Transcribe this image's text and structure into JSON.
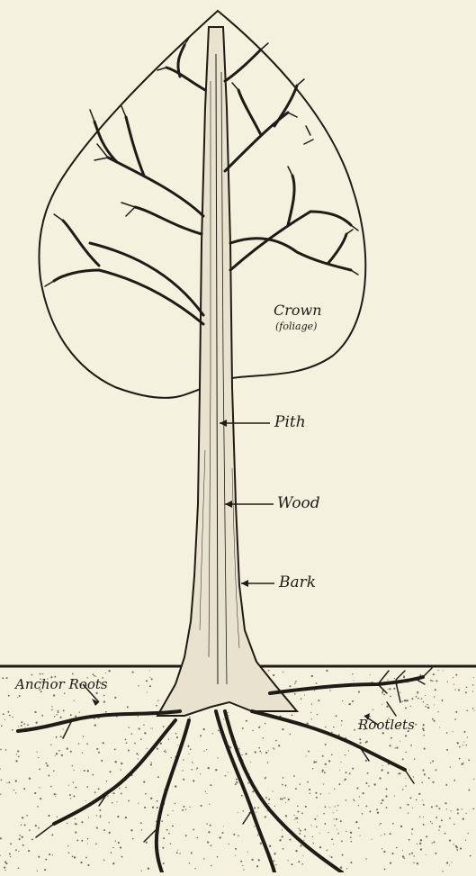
{
  "labels": {
    "crown": "Crown",
    "foliage": "(foliage)",
    "pith": "Pith",
    "wood": "Wood",
    "bark": "Bark",
    "anchor_roots": "Anchor Roots",
    "rootlets": "Rootlets"
  },
  "colors": {
    "paper": "#f5f1df",
    "ink": "#1f1c17",
    "soil_dot": "#6e6a60"
  }
}
